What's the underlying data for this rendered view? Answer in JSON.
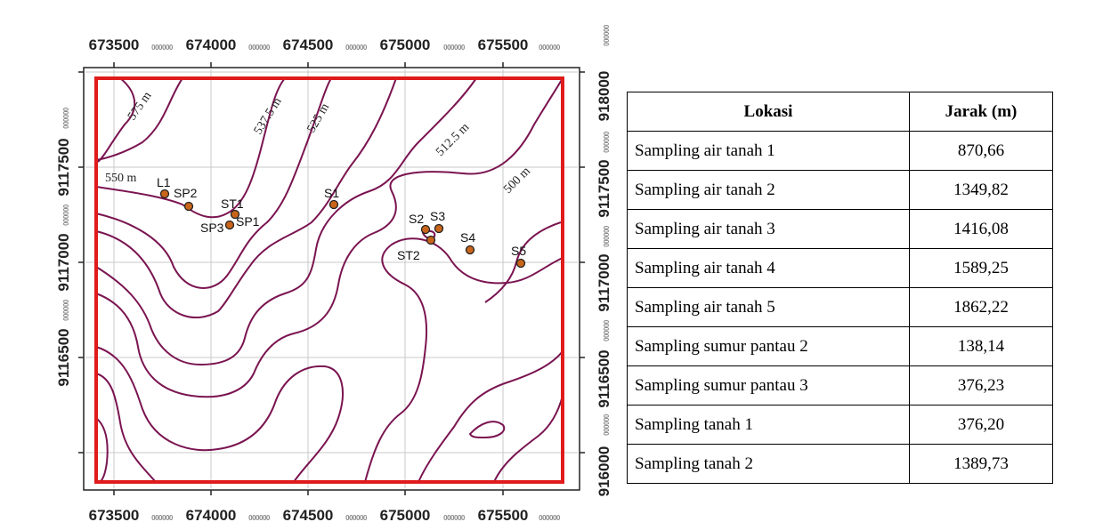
{
  "map": {
    "x_ticks": [
      "673500",
      "674000",
      "674500",
      "675000",
      "675500"
    ],
    "y_ticks": [
      "918000",
      "9117500",
      "9117000",
      "9116500",
      "916000"
    ],
    "minor_tick_text": "000000",
    "contour_labels": [
      "575 m",
      "537.5 m",
      "525 m",
      "512.5 m",
      "500 m",
      "550 m"
    ],
    "points": [
      {
        "id": "L1"
      },
      {
        "id": "SP2"
      },
      {
        "id": "ST1"
      },
      {
        "id": "SP3"
      },
      {
        "id": "SP1"
      },
      {
        "id": "S1"
      },
      {
        "id": "S2"
      },
      {
        "id": "S3"
      },
      {
        "id": "ST2"
      },
      {
        "id": "S4"
      },
      {
        "id": "S5"
      }
    ],
    "colors": {
      "frame": "#e01b1b",
      "contour": "#7a1450",
      "point_fill": "#c8651b",
      "grid": "#c8c8c8"
    }
  },
  "table": {
    "headers": {
      "location": "Lokasi",
      "distance": "Jarak (m)"
    },
    "rows": [
      {
        "location": "Sampling air tanah 1",
        "distance": "870,66"
      },
      {
        "location": "Sampling air tanah 2",
        "distance": "1349,82"
      },
      {
        "location": "Sampling air tanah 3",
        "distance": "1416,08"
      },
      {
        "location": "Sampling air tanah 4",
        "distance": "1589,25"
      },
      {
        "location": "Sampling air tanah 5",
        "distance": "1862,22"
      },
      {
        "location": "Sampling sumur pantau 2",
        "distance": "138,14"
      },
      {
        "location": "Sampling sumur pantau 3",
        "distance": "376,23"
      },
      {
        "location": "Sampling tanah 1",
        "distance": "376,20"
      },
      {
        "location": "Sampling tanah 2",
        "distance": "1389,73"
      }
    ]
  }
}
